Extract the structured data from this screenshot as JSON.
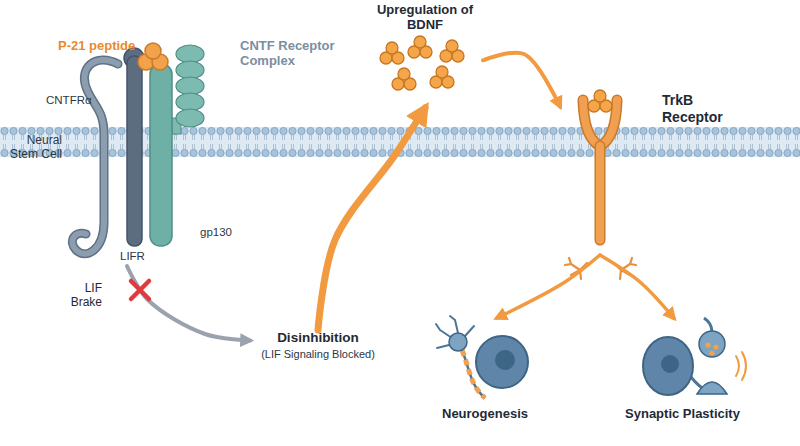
{
  "diagram": {
    "nodes": [
      {
        "text": [
          "CNTF Receptor Complex"
        ]
      },
      {
        "text": [
          "Disinhibition",
          "(LIF Signaling Blocked)"
        ]
      },
      {
        "text": [
          "Upregulation of BDNF"
        ]
      },
      {
        "text": [
          "TrkB Receptor"
        ]
      },
      {
        "text": [
          "Neurogenesis"
        ]
      },
      {
        "text": [
          "Synaptic Plasticity"
        ]
      }
    ],
    "edges": [
      {
        "from": 0,
        "to": 1,
        "arrow": "to",
        "label": "LIF Brake"
      },
      {
        "from": 1,
        "to": 2,
        "arrow": "to"
      },
      {
        "from": 2,
        "to": 3,
        "arrow": "to"
      },
      {
        "from": 3,
        "to": 4,
        "arrow": "to"
      },
      {
        "from": 3,
        "to": 5,
        "arrow": "to"
      }
    ],
    "labels": [
      "P-21 peptide",
      "CNTFRα",
      "Neural Stem Cell",
      "LIFR",
      "gp130"
    ]
  }
}
